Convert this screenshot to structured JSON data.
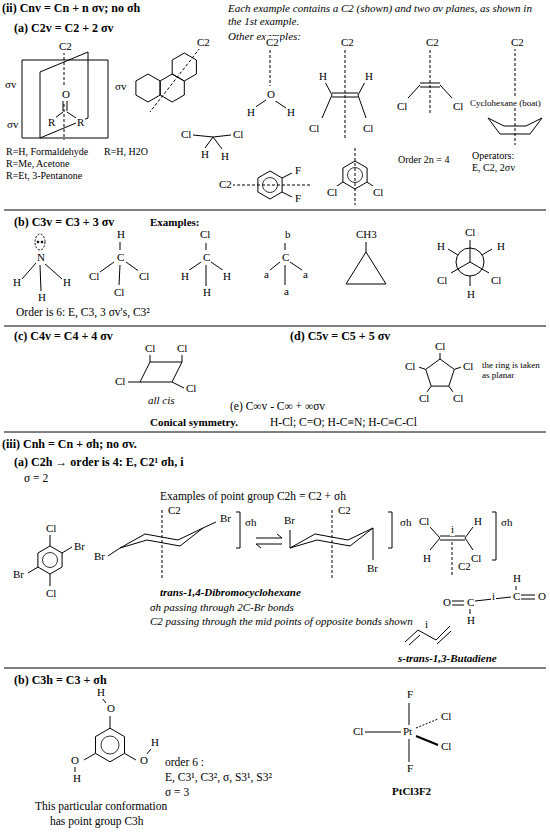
{
  "diagram": {
    "labels": [
      "(ii) Cnv = Cn + n σv; no σh",
      "Each example contains a C2 (shown) and two σv planes, as shown in the 1st example.",
      "(a) C2v = C2 + 2 σv",
      "Other examples:",
      "C2",
      "σv",
      "σv",
      "σv",
      "O",
      "R",
      "R",
      "R=H, Formaldehyde",
      "R=H, H2O",
      "R=Me, Acetone",
      "R=Et, 3-Pentanone",
      "C2",
      "C2",
      "O",
      "H",
      "H",
      "C2",
      "H",
      "H",
      "Cl",
      "Cl",
      "C2",
      "Cl",
      "Cl",
      "C2",
      "Cyclohexane (boat)",
      "Cl",
      "Cl",
      "H",
      "H",
      "C2",
      "F",
      "F",
      "Cl",
      "Cl",
      "Order 2n = 4",
      "Operators:",
      "E, C2, 2σv",
      "(b) C3v = C3 + 3 σv",
      "Examples:",
      "N",
      "H",
      "H",
      "H",
      "H",
      "C",
      "Cl",
      "Cl",
      "Cl",
      "Cl",
      "C",
      "H",
      "H",
      "H",
      "b",
      "C",
      "a",
      "a",
      "a",
      "CH3",
      "Cl",
      "Cl",
      "Cl",
      "H",
      "H",
      "H",
      "Order is 6: E, C3, 3 σv's, C3²",
      "(c) C4v = C4 + 4 σv",
      "Cl",
      "Cl",
      "Cl",
      "Cl",
      "all cis",
      "(d) C5v = C5 + 5 σv",
      "Cl",
      "Cl",
      "Cl",
      "Cl",
      "Cl",
      "the ring is taken as planar",
      "(e) C∞v - C∞ + ∞σv",
      "Conical symmetry.",
      "H-Cl; C=O; H-C≡N; H-C≡C-Cl",
      "(iii) Cnh = Cn + σh; no σv.",
      "(a) C2h → order is 4: E, C2¹ σh, i",
      "σ = 2",
      "Examples of point group C2h = C2 + σh",
      "Cl",
      "Br",
      "Br",
      "Cl",
      "C2",
      "Br",
      "Br",
      "σh",
      "Br",
      "Br",
      "C2",
      "σh",
      "trans-1,4-Dibromocyclohexane",
      "σh passing through 2C-Br bonds",
      "C2 passing through the mid points of opposite bonds shown",
      "Cl",
      "H",
      "i",
      "H",
      "Cl",
      "C2",
      "σh",
      "O",
      "C",
      "H",
      "i",
      "C",
      "H",
      "O",
      "i",
      "s-trans-1,3-Butadiene",
      "(b) C3h = C3 + σh",
      "H",
      "O",
      "O",
      "H",
      "O",
      "H",
      "order 6 :",
      "E, C3¹, C3², σ, S3¹, S3²",
      "σ = 3",
      "This particular conformation",
      "has point group C3h",
      "F",
      "Cl",
      "Pt",
      "Cl",
      "Cl",
      "F",
      "PtCl3F2"
    ]
  }
}
